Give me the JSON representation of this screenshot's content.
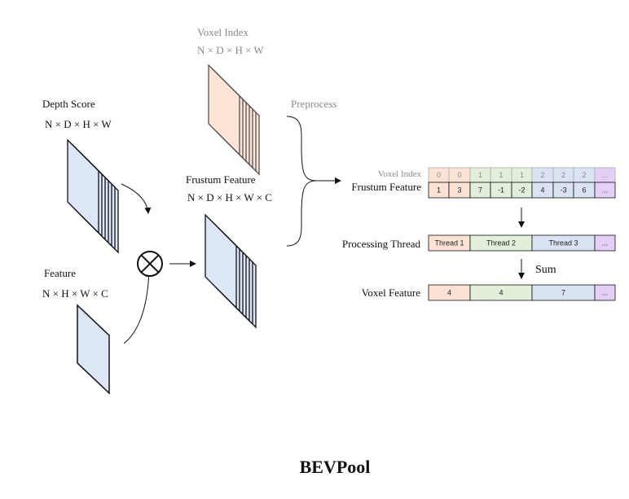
{
  "colors": {
    "peach": "#fbe2d5",
    "green": "#e2efda",
    "blue": "#dae3f3",
    "purple": "#e4d0f7",
    "featureBlue": "#dce6f7",
    "voxelPeach": "#fce4d6"
  },
  "labels": {
    "voxel_index_title": "Voxel Index",
    "voxel_index_dims": "N × D × H × W",
    "depth_score_title": "Depth Score",
    "depth_score_dims": "N × D × H × W",
    "feature_title": "Feature",
    "feature_dims": "N × H × W × C",
    "frustum_feature_title": "Frustum Feature",
    "frustum_feature_dims": "N × D × H × W × C",
    "preprocess": "Preprocess",
    "table_voxel_index": "Voxel Index",
    "table_frustum_feature": "Frustum Feature",
    "processing_thread": "Processing Thread",
    "sum": "Sum",
    "voxel_feature": "Voxel Feature",
    "title": "BEVPool"
  },
  "table": {
    "voxel_index": [
      "0",
      "0",
      "1",
      "1",
      "1",
      "2",
      "2",
      "2",
      "..."
    ],
    "frustum_feature": [
      "1",
      "3",
      "7",
      "-1",
      "-2",
      "4",
      "-3",
      "6",
      "..."
    ],
    "groups": [
      "peach",
      "peach",
      "green",
      "green",
      "green",
      "blue",
      "blue",
      "blue",
      "purple"
    ],
    "threads": [
      "Thread 1",
      "Thread 2",
      "Thread 3",
      "..."
    ],
    "voxel_feature": [
      "4",
      "4",
      "7",
      "..."
    ]
  }
}
